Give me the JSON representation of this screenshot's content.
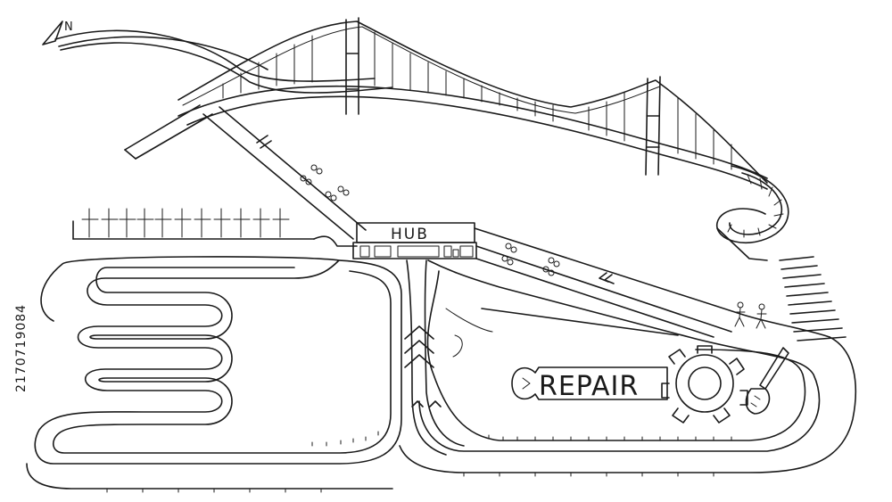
{
  "labels": {
    "hub": "HUB",
    "repair": "REPAIR",
    "north": "N",
    "stock_id": "2170719084"
  },
  "colors": {
    "line": "#1a1a1a",
    "background": "#ffffff"
  },
  "icons": {
    "north_arrow": "north-arrow-icon",
    "wrench": "wrench-icon",
    "gear": "gear-icon",
    "screwdriver": "screwdriver-icon",
    "bicycle": "bicycle-icon",
    "pedestrian": "pedestrian-icon",
    "direction_chevron": "chevron-icon"
  }
}
